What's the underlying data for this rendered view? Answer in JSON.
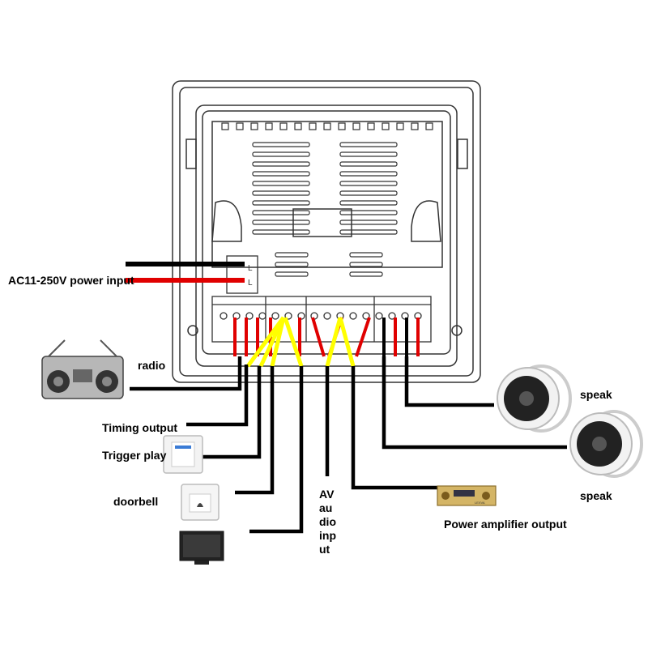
{
  "labels": {
    "power_input": "AC11-250V power input",
    "radio": "radio",
    "timing_output": "Timing output",
    "trigger_play": "Trigger play",
    "doorbell": "doorbell",
    "av_audio_input_lines": [
      "AV",
      "au",
      "dio",
      "inp",
      "ut"
    ],
    "speaker_1": "speak",
    "speaker_2": "speak",
    "power_amplifier_output": "Power amplifier output"
  },
  "terminal_marks": {
    "power_l1": "L",
    "power_l2": "L"
  },
  "amplifier_display_text": "LEXVA",
  "colors": {
    "wire_black": "#000000",
    "wire_red": "#e00000",
    "wire_yellow": "#ffff00",
    "panel_stroke": "#333333"
  }
}
